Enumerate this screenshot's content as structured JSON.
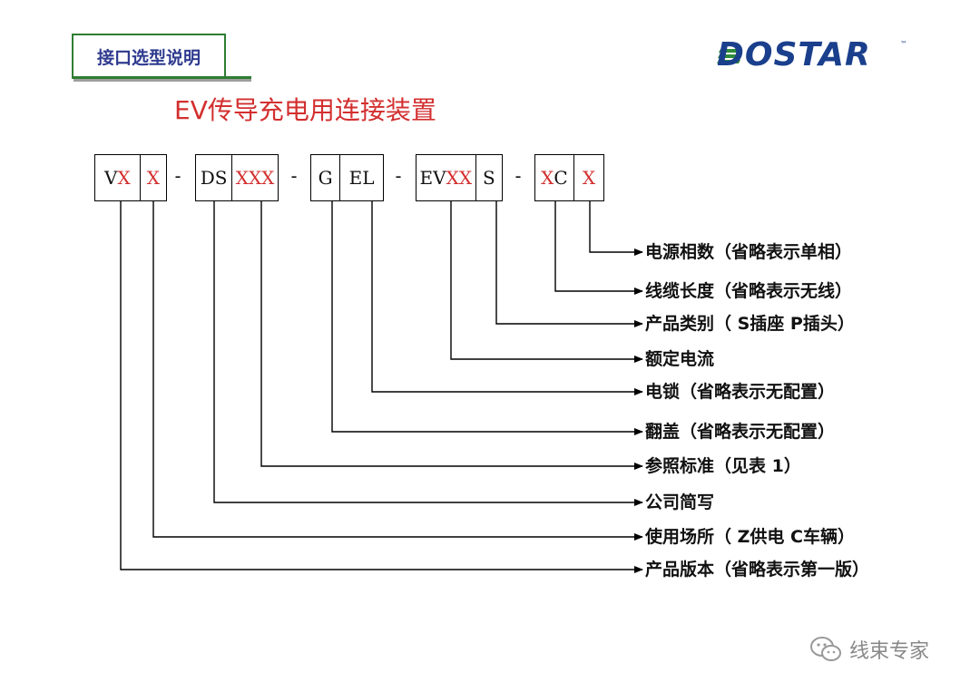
{
  "header": {
    "tab_label": "接口选型说明"
  },
  "logo": {
    "text": "DOSTAR",
    "tm": "™"
  },
  "title": "EV传导充电用连接装置",
  "code": {
    "groups": [
      {
        "cells": [
          {
            "parts": [
              {
                "t": "V",
                "red": false
              },
              {
                "t": "X",
                "red": true
              }
            ]
          },
          {
            "parts": [
              {
                "t": "X",
                "red": true
              }
            ]
          }
        ]
      },
      {
        "cells": [
          {
            "parts": [
              {
                "t": "DS",
                "red": false
              }
            ]
          },
          {
            "parts": [
              {
                "t": "XXX",
                "red": true
              }
            ]
          }
        ]
      },
      {
        "cells": [
          {
            "parts": [
              {
                "t": "G",
                "red": false
              }
            ]
          },
          {
            "parts": [
              {
                "t": "EL",
                "red": false
              }
            ]
          }
        ]
      },
      {
        "cells": [
          {
            "parts": [
              {
                "t": "EV",
                "red": false
              },
              {
                "t": "XX",
                "red": true
              }
            ]
          },
          {
            "parts": [
              {
                "t": "S",
                "red": false
              }
            ]
          }
        ]
      },
      {
        "cells": [
          {
            "parts": [
              {
                "t": "X",
                "red": true
              },
              {
                "t": "C",
                "red": false
              }
            ]
          },
          {
            "parts": [
              {
                "t": "X",
                "red": true
              }
            ]
          }
        ]
      }
    ],
    "separator": "-"
  },
  "labels": [
    "电源相数（省略表示单相）",
    "线缆长度（省略表示无线）",
    "产品类别（ S插座 P插头）",
    "额定电流",
    "电锁（省略表示无配置）",
    "翻盖（省略表示无配置）",
    "参照标准（见表 1）",
    "公司简写",
    "使用场所（ Z供电 C车辆）",
    "产品版本（省略表示第一版）"
  ],
  "watermark": {
    "text": "线束专家",
    "icon": "wechat-icon"
  },
  "colors": {
    "accent_red": "#d32f2f",
    "brand_blue": "#1a3f8c",
    "tab_green": "#2e7d32",
    "tab_text": "#2f3b8f"
  }
}
